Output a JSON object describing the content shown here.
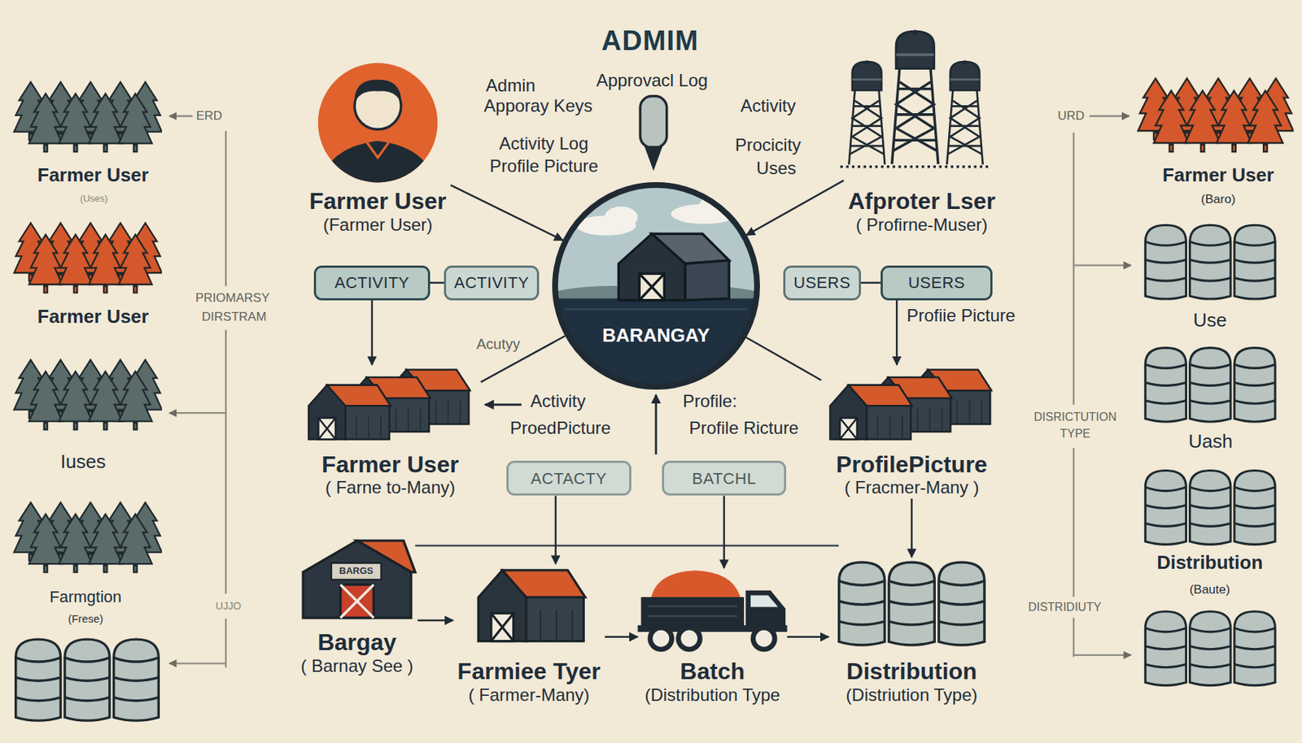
{
  "diagram": {
    "title": "ADMIM",
    "nodes": [
      {
        "text": [
          "Farmer User",
          "(Farmer User)"
        ]
      },
      {
        "text": [
          "Afproter Lser",
          "( Profirne-Muser)"
        ]
      },
      {
        "text": [
          "ACTIVITY"
        ]
      },
      {
        "text": [
          "ACTIVITY"
        ]
      },
      {
        "text": [
          "BARANGAY"
        ]
      },
      {
        "text": [
          "USERS"
        ]
      },
      {
        "text": [
          "USERS"
        ]
      },
      {
        "text": [
          "Farmer User",
          "( Farne to-Many)"
        ]
      },
      {
        "text": [
          "ProfilePicture",
          "( Fracmer-Many )"
        ]
      },
      {
        "text": [
          "ACTACTY"
        ]
      },
      {
        "text": [
          "BATCHL"
        ]
      },
      {
        "text": [
          "Bargay",
          "( Barnay See )"
        ]
      },
      {
        "text": [
          "Farmiee Tyer",
          "( Farmer-Many)"
        ]
      },
      {
        "text": [
          "Batch",
          "(Distribution Type"
        ]
      },
      {
        "text": [
          "Distribution",
          "(Distriution Type)"
        ]
      }
    ],
    "edges": [
      {
        "from": 0,
        "to": 4,
        "arrow": "to"
      },
      {
        "from": 1,
        "to": 4,
        "arrow": "to"
      },
      {
        "from": 2,
        "to": 3,
        "arrow": "none"
      },
      {
        "from": 5,
        "to": 6,
        "arrow": "none"
      },
      {
        "from": 2,
        "to": 7,
        "arrow": "to"
      },
      {
        "from": 4,
        "to": 7,
        "arrow": "none"
      },
      {
        "from": 6,
        "to": 8,
        "arrow": "to"
      },
      {
        "from": 4,
        "to": 8,
        "arrow": "none"
      },
      {
        "from": 9,
        "to": 12,
        "arrow": "to"
      },
      {
        "from": 10,
        "to": 13,
        "arrow": "to"
      },
      {
        "from": 8,
        "to": 14,
        "arrow": "to"
      },
      {
        "from": 11,
        "to": 12,
        "arrow": "to"
      },
      {
        "from": 12,
        "to": 13,
        "arrow": "to"
      },
      {
        "from": 13,
        "to": 14,
        "arrow": "to"
      }
    ],
    "labels": [
      "Admin",
      "Approvacl Log",
      "Apporay Keys",
      "Activity",
      "ERD",
      "URD",
      "Activity Log",
      "Procicity",
      "Profile Picture",
      "Uses",
      "Farmer User",
      "Farmer User",
      "(Uses)",
      "(Baro)",
      "PRIOMARSY",
      "DIRSTRAM",
      "Farmer User",
      "Profiie Picture",
      "Use",
      "Acutyy",
      "Activity",
      "Profile:",
      "DISRICTUTION",
      "ProedPicture",
      "Profile Ricture",
      "TYPE",
      "Uash",
      "Iuses",
      "Distribution",
      "BARGS",
      "(Baute)",
      "Farmgtion",
      "UJJO",
      "DISTRIDIUTY",
      "(Frese)"
    ]
  }
}
